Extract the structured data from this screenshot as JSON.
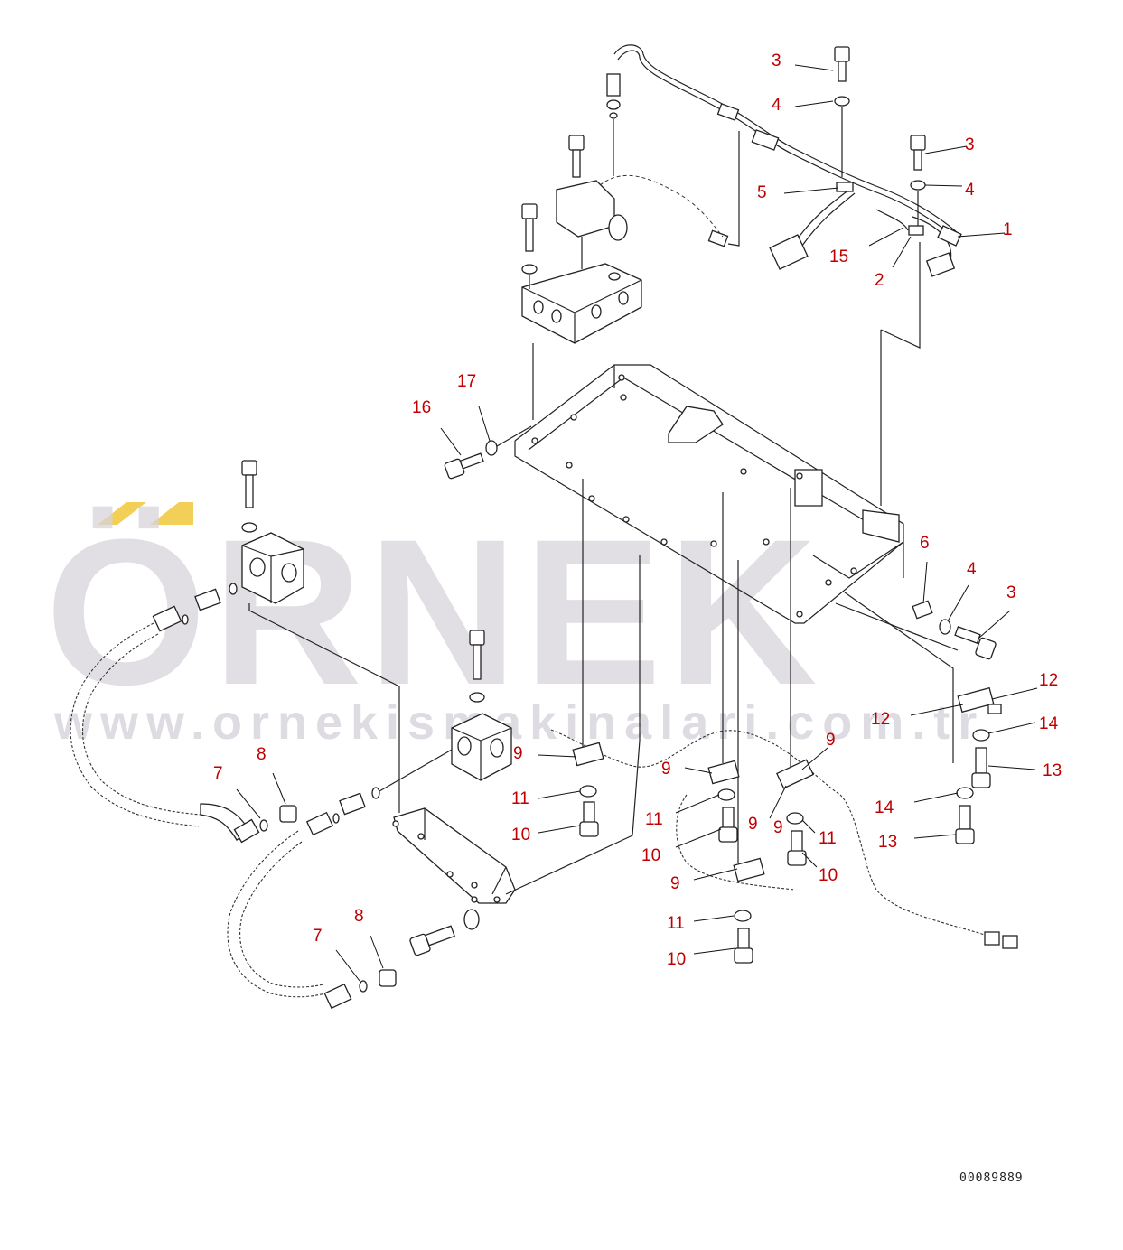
{
  "watermark": {
    "brand": "ÖRNEK",
    "site": "www.ornekismakinalari.com.tr",
    "accent_color": "#f2cf57",
    "text_color": "#d7d4dc"
  },
  "drawing_number": "00089889",
  "callout_color": "#c00000",
  "callouts": [
    "1",
    "2",
    "3",
    "3",
    "3",
    "4",
    "4",
    "4",
    "5",
    "6",
    "7",
    "7",
    "8",
    "8",
    "9",
    "9",
    "9",
    "9",
    "9",
    "9",
    "10",
    "10",
    "10",
    "10",
    "11",
    "11",
    "11",
    "11",
    "12",
    "12",
    "13",
    "13",
    "14",
    "14",
    "15",
    "16",
    "17"
  ]
}
